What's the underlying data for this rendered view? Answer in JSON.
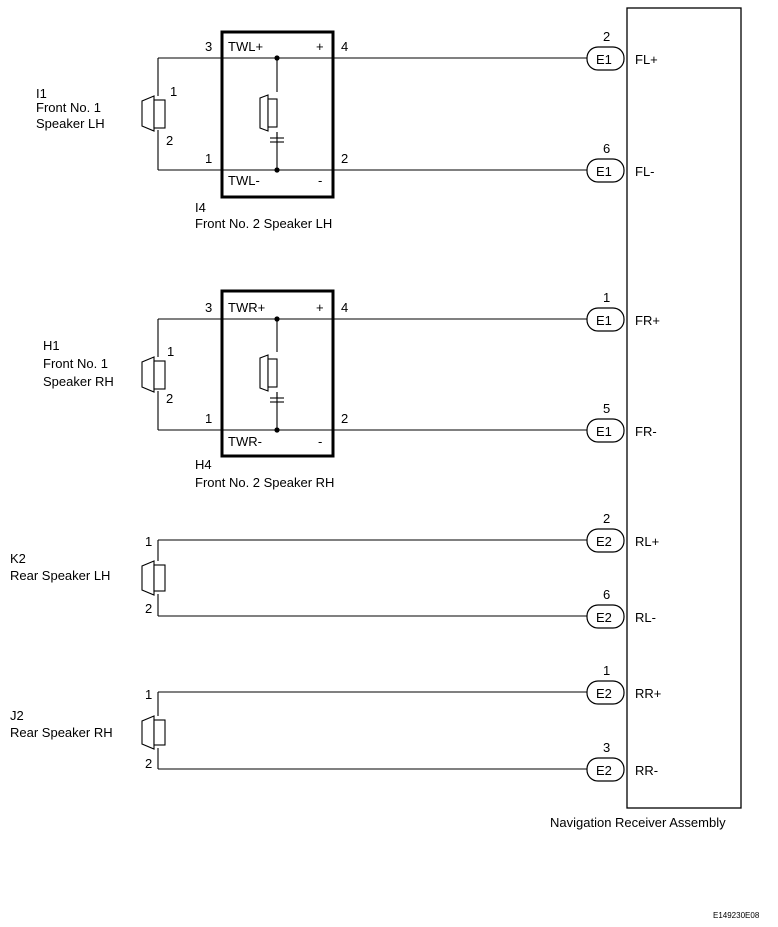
{
  "receiver": {
    "label": "Navigation Receiver Assembly"
  },
  "figure_code": "E149230E08",
  "front_lh": {
    "fullrange": {
      "code": "I1",
      "name_line1": "Front No. 1",
      "name_line2": "Speaker LH",
      "pin_a": "1",
      "pin_b": "2"
    },
    "tweeter": {
      "code": "I4",
      "name": "Front No. 2 Speaker LH",
      "in_pos": "3",
      "in_neg": "1",
      "out_pos": "4",
      "out_neg": "2",
      "term_pos": "TWL+",
      "term_neg": "TWL-",
      "plus": "+",
      "minus": "-"
    },
    "plus": {
      "connector": "E1",
      "pin": "2",
      "signal": "FL+"
    },
    "minus": {
      "connector": "E1",
      "pin": "6",
      "signal": "FL-"
    }
  },
  "front_rh": {
    "fullrange": {
      "code": "H1",
      "name_line1": "Front No. 1",
      "name_line2": "Speaker RH",
      "pin_a": "1",
      "pin_b": "2"
    },
    "tweeter": {
      "code": "H4",
      "name": "Front No. 2 Speaker RH",
      "in_pos": "3",
      "in_neg": "1",
      "out_pos": "4",
      "out_neg": "2",
      "term_pos": "TWR+",
      "term_neg": "TWR-",
      "plus": "+",
      "minus": "-"
    },
    "plus": {
      "connector": "E1",
      "pin": "1",
      "signal": "FR+"
    },
    "minus": {
      "connector": "E1",
      "pin": "5",
      "signal": "FR-"
    }
  },
  "rear_lh": {
    "speaker": {
      "code": "K2",
      "name": "Rear Speaker LH",
      "pin_a": "1",
      "pin_b": "2"
    },
    "plus": {
      "connector": "E2",
      "pin": "2",
      "signal": "RL+"
    },
    "minus": {
      "connector": "E2",
      "pin": "6",
      "signal": "RL-"
    }
  },
  "rear_rh": {
    "speaker": {
      "code": "J2",
      "name": "Rear Speaker RH",
      "pin_a": "1",
      "pin_b": "2"
    },
    "plus": {
      "connector": "E2",
      "pin": "1",
      "signal": "RR+"
    },
    "minus": {
      "connector": "E2",
      "pin": "3",
      "signal": "RR-"
    }
  }
}
